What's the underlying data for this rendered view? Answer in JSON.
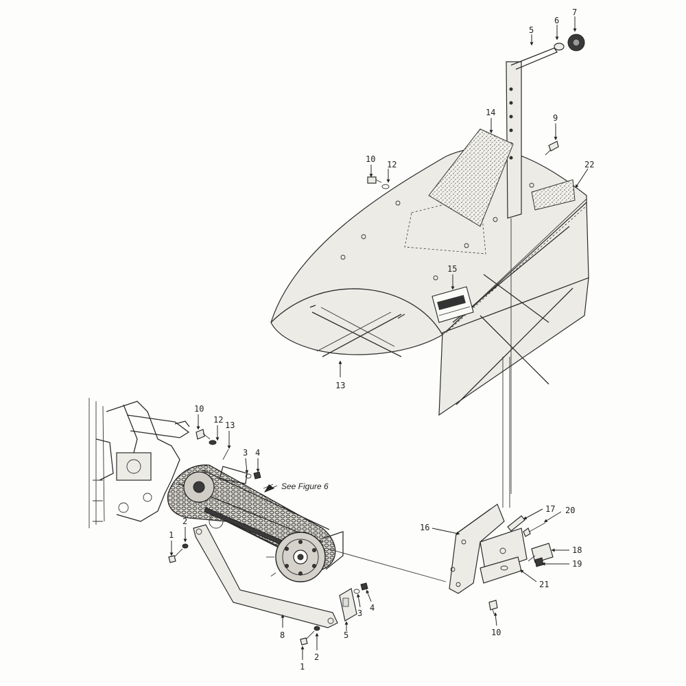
{
  "diagram": {
    "note": "See Figure 6",
    "callouts": {
      "c1_a": "1",
      "c2_a": "2",
      "c3_a": "3",
      "c4_a": "4",
      "c1_b": "1",
      "c2_b": "2",
      "c3_b": "3",
      "c4_b": "4",
      "c5_a": "5",
      "c5_b": "5",
      "c6": "6",
      "c7": "7",
      "c8": "8",
      "c9": "9",
      "c10_a": "10",
      "c10_b": "10",
      "c10_c": "10",
      "c12_a": "12",
      "c12_b": "12",
      "c13_a": "13",
      "c13_b": "13",
      "c14": "14",
      "c15": "15",
      "c16": "16",
      "c17": "17",
      "c18": "18",
      "c19": "19",
      "c20": "20",
      "c21": "21",
      "c22": "22"
    }
  }
}
